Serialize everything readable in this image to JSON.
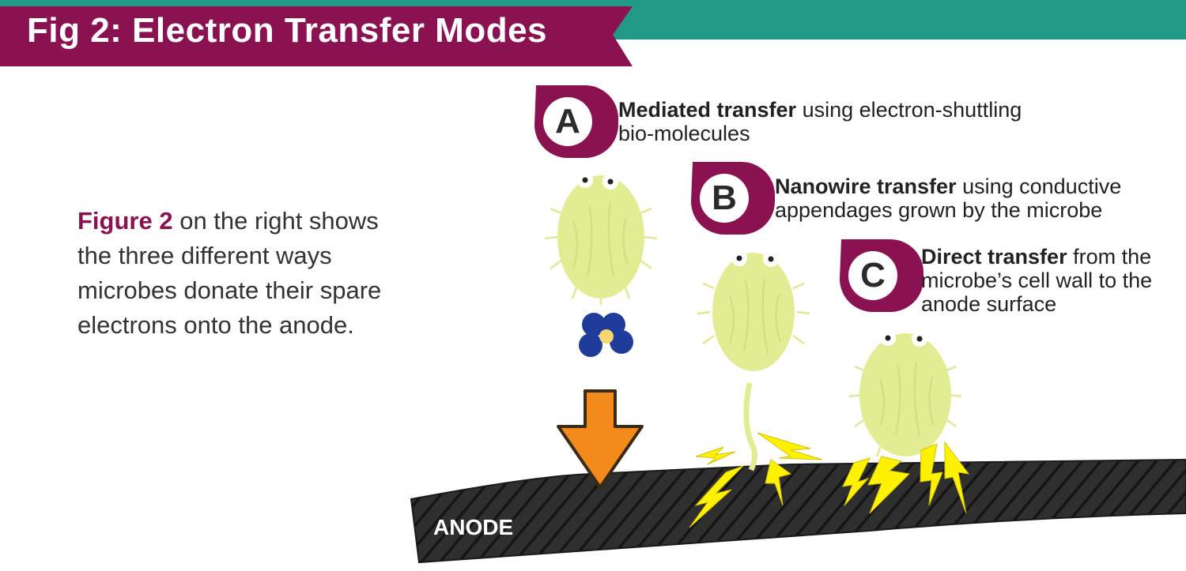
{
  "title": "Fig 2: Electron Transfer Modes",
  "intro": {
    "highlight": "Figure 2",
    "lines": [
      " on the right shows",
      "the three different ways",
      "microbes donate their spare",
      "electrons onto the anode."
    ]
  },
  "modes": [
    {
      "letter": "A",
      "bold": "Mediated transfer",
      "rest_line1": " using electron-shuttling",
      "line2": "bio-molecules"
    },
    {
      "letter": "B",
      "bold": "Nanowire transfer",
      "rest_line1": " using conductive",
      "line2": "appendages grown by the microbe"
    },
    {
      "letter": "C",
      "bold": "Direct transfer",
      "rest_line1": " from the",
      "line2": "microbe’s cell wall to the",
      "line3": "anode surface"
    }
  ],
  "anode_label": "ANODE",
  "colors": {
    "banner": "#8b1250",
    "banner_teal": "#229987",
    "microbe": "#e2ec92",
    "anode": "#2f2f2f",
    "arrow": "#f28a1c",
    "molecule": "#1f3c9a",
    "lightning": "#fff200"
  },
  "icons": [
    "microbe-icon",
    "molecule-cluster-icon",
    "down-arrow-icon",
    "lightning-bolt-icon"
  ]
}
